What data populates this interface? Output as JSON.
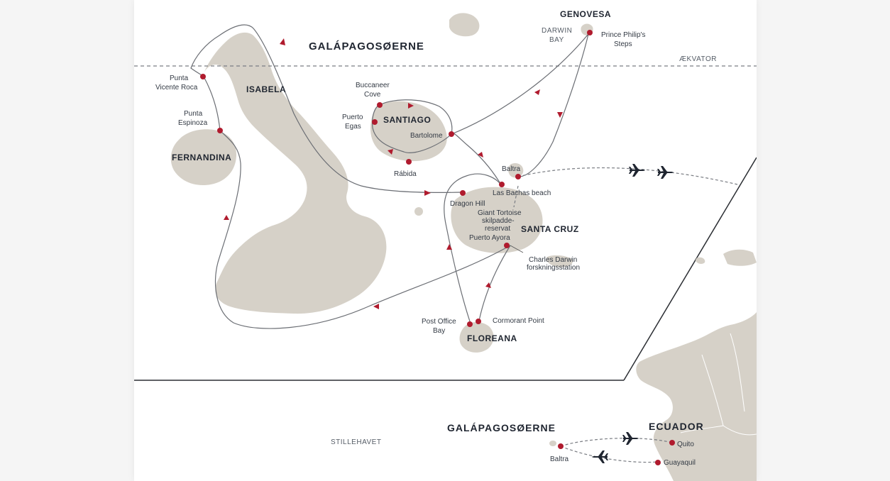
{
  "title": "GALÁPAGOSØERNE",
  "equator_label": "ÆKVATOR",
  "colors": {
    "land": "#d6d1c8",
    "route": "#6b6e74",
    "stop": "#b01b2e",
    "text": "#1f2530"
  },
  "islands": {
    "genovesa": "GENOVESA",
    "isabela": "ISABELA",
    "santiago": "SANTIAGO",
    "fernandina": "FERNANDINA",
    "santa_cruz": "SANTA CRUZ",
    "floreana": "FLOREANA"
  },
  "sites": {
    "darwin_bay_1": "DARWIN",
    "darwin_bay_2": "BAY",
    "prince_philip_1": "Prince Philip's",
    "prince_philip_2": "Steps",
    "punta_vicente_1": "Punta",
    "punta_vicente_2": "Vicente Roca",
    "punta_espinoza_1": "Punta",
    "punta_espinoza_2": "Espinoza",
    "buccaneer_1": "Buccaneer",
    "buccaneer_2": "Cove",
    "puerto_egas_1": "Puerto",
    "puerto_egas_2": "Egas",
    "bartolome": "Bartolome",
    "rabida": "Rábida",
    "baltra": "Baltra",
    "las_bachas": "Las Bachas beach",
    "dragon_hill": "Dragon Hill",
    "tortoise_1": "Giant Tortoise",
    "tortoise_2": "skilpadde-",
    "tortoise_3": "reservat",
    "puerto_ayora": "Puerto Ayora",
    "cdrs_1": "Charles Darwin",
    "cdrs_2": "forskningsstation",
    "post_office_1": "Post Office",
    "post_office_2": "Bay",
    "cormorant": "Cormorant Point"
  },
  "inset": {
    "title": "GALÁPAGOSØERNE",
    "country": "ECUADOR",
    "sea": "STILLEHAVET",
    "baltra": "Baltra",
    "quito": "Quito",
    "guayaquil": "Guayaquil"
  },
  "icons": [
    "airplane-icon",
    "airplane-icon",
    "airplane-icon",
    "airplane-icon"
  ]
}
